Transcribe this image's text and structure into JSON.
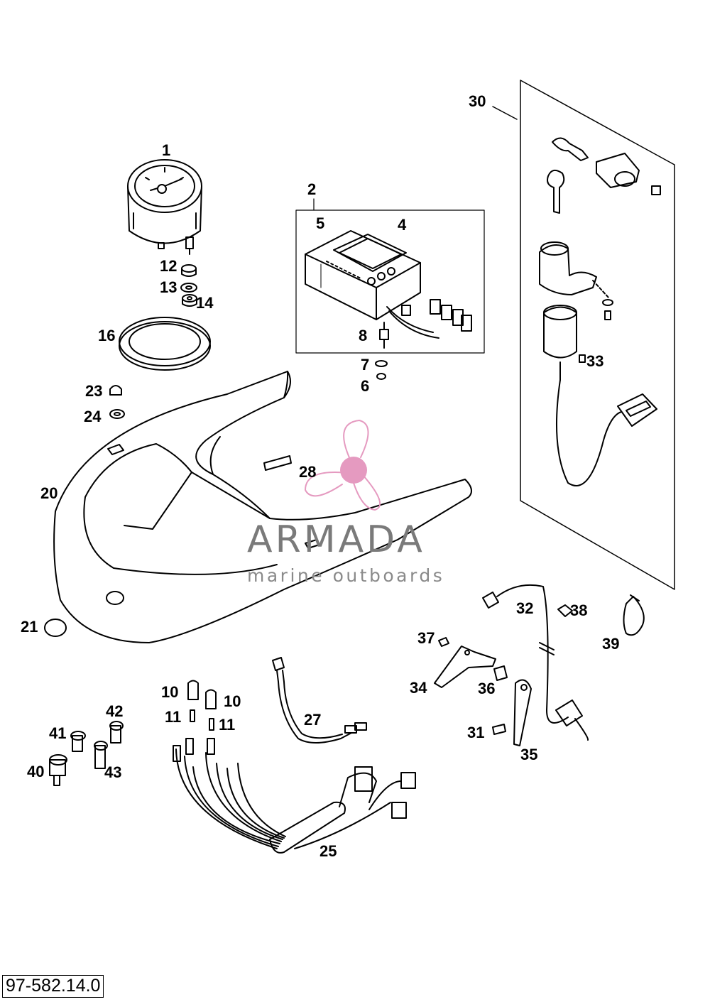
{
  "diagram_code": "97-582.14.0",
  "brand": {
    "name": "ARMADA",
    "tagline": "marine outboards",
    "accent_color": "#e59ac0",
    "text_color": "#7a7a7a"
  },
  "callouts": [
    {
      "id": "1",
      "text": "1"
    },
    {
      "id": "2",
      "text": "2"
    },
    {
      "id": "4",
      "text": "4"
    },
    {
      "id": "5",
      "text": "5"
    },
    {
      "id": "6",
      "text": "6"
    },
    {
      "id": "7",
      "text": "7"
    },
    {
      "id": "8",
      "text": "8"
    },
    {
      "id": "10a",
      "text": "10"
    },
    {
      "id": "10b",
      "text": "10"
    },
    {
      "id": "11a",
      "text": "11"
    },
    {
      "id": "11b",
      "text": "11"
    },
    {
      "id": "12",
      "text": "12"
    },
    {
      "id": "13",
      "text": "13"
    },
    {
      "id": "14",
      "text": "14"
    },
    {
      "id": "16",
      "text": "16"
    },
    {
      "id": "20",
      "text": "20"
    },
    {
      "id": "21",
      "text": "21"
    },
    {
      "id": "23",
      "text": "23"
    },
    {
      "id": "24",
      "text": "24"
    },
    {
      "id": "25",
      "text": "25"
    },
    {
      "id": "27",
      "text": "27"
    },
    {
      "id": "28",
      "text": "28"
    },
    {
      "id": "30",
      "text": "30"
    },
    {
      "id": "31",
      "text": "31"
    },
    {
      "id": "32",
      "text": "32"
    },
    {
      "id": "33",
      "text": "33"
    },
    {
      "id": "34",
      "text": "34"
    },
    {
      "id": "35",
      "text": "35"
    },
    {
      "id": "36",
      "text": "36"
    },
    {
      "id": "37",
      "text": "37"
    },
    {
      "id": "38",
      "text": "38"
    },
    {
      "id": "39",
      "text": "39"
    },
    {
      "id": "40",
      "text": "40"
    },
    {
      "id": "41",
      "text": "41"
    },
    {
      "id": "42",
      "text": "42"
    },
    {
      "id": "43",
      "text": "43"
    }
  ]
}
